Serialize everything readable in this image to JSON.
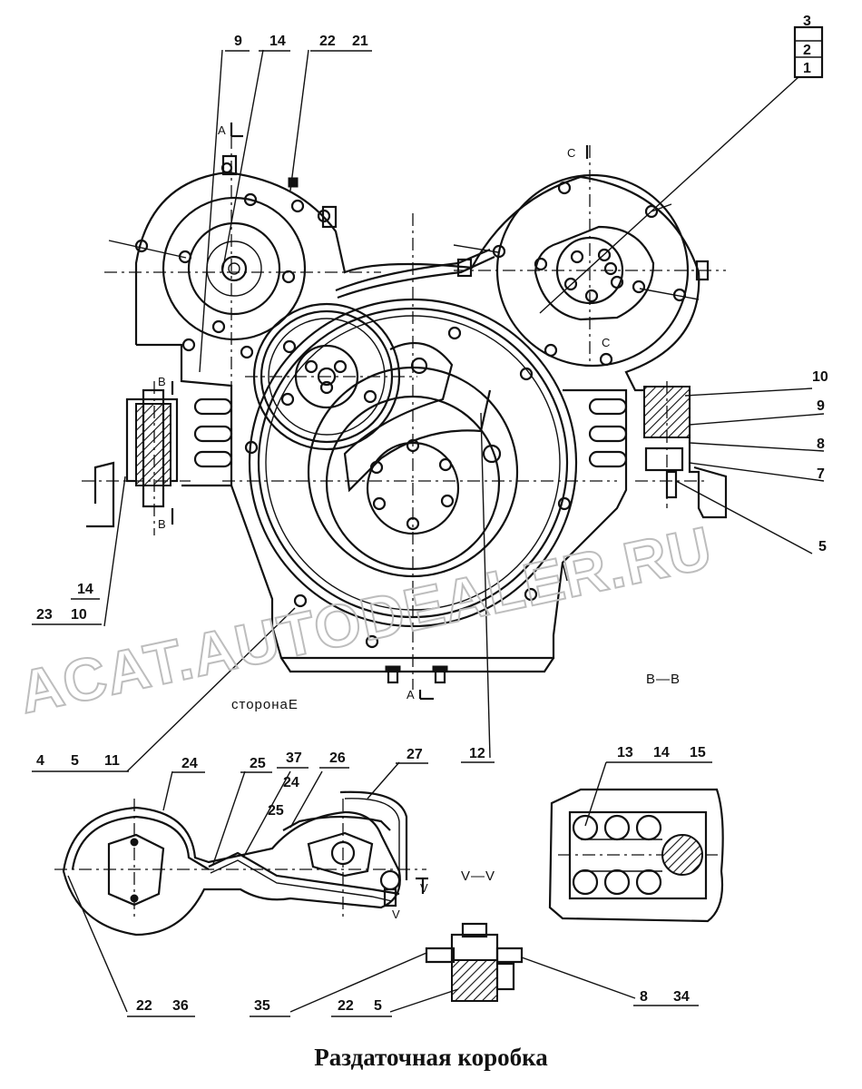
{
  "caption": "Раздаточная коробка",
  "watermark": "ACAT.AUTODEALER.RU",
  "view_labels": {
    "side_e": "сторонаE",
    "section_b": "B—B",
    "section_v": "V—V"
  },
  "section_letters": {
    "a_top": "A",
    "a_bottom": "A",
    "b_top": "B",
    "b_bottom": "B",
    "c_top": "C",
    "c_bottom": "C",
    "v1": "V",
    "v2": "V"
  },
  "callouts": {
    "top_9": "9",
    "top_14": "14",
    "top_22": "22",
    "top_21": "21",
    "r3": "3",
    "r2": "2",
    "r1": "1",
    "r10": "10",
    "r9": "9",
    "r8": "8",
    "r7": "7",
    "r5": "5",
    "l14": "14",
    "l23": "23",
    "l10": "10",
    "b4": "4",
    "b5": "5",
    "b11": "11",
    "b12": "12",
    "c13": "13",
    "c14": "14",
    "c15": "15",
    "d24a": "24",
    "d25a": "25",
    "d37": "37",
    "d26": "26",
    "d27": "27",
    "d24b": "24",
    "d25b": "25",
    "d22": "22",
    "d36": "36",
    "e35": "35",
    "e22": "22",
    "e5": "5",
    "e8": "8",
    "e34": "34"
  }
}
